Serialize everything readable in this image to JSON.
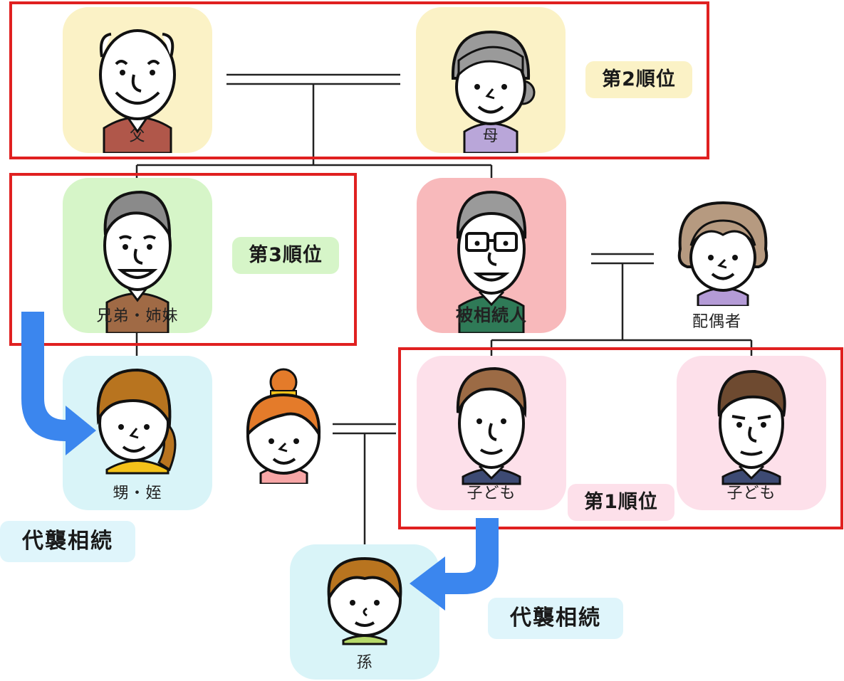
{
  "people": {
    "father": "父",
    "mother": "母",
    "siblings": "兄弟・姉妹",
    "deceased": "被相続人",
    "spouse": "配偶者",
    "nephew_niece": "甥・姪",
    "child1": "子ども",
    "child2": "子ども",
    "grandchild": "孫"
  },
  "ranks": {
    "second": "第2順位",
    "third": "第3順位",
    "first": "第1順位"
  },
  "representation": {
    "left": "代襲相続",
    "bottom": "代襲相続"
  },
  "colors": {
    "parents_bg": "#fbf2c6",
    "siblings_bg": "#d6f5c8",
    "deceased_bg": "#f8b9bb",
    "children_bg": "#fde0ea",
    "descendants_bg": "#d9f4f8",
    "frame": "#e02020",
    "arrow": "#3b86ee"
  }
}
